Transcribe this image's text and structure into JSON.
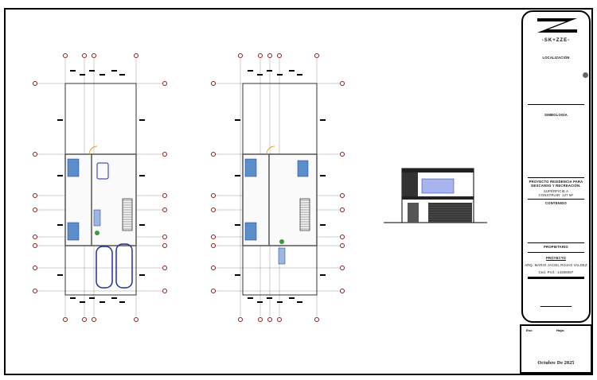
{
  "title_block": {
    "brand": "-SK+ZZE-",
    "location_label": "LOCALIZACIÓN",
    "symbology_label": "SIMBOLOGÍA",
    "project_name": "PROYECTO RESIDENCIA PARA DESCANSO Y RECREACIÓN.",
    "surface": "SUPERFICIE A CONSTRUIR: 127 M²",
    "content_label": "CONTENIDO",
    "owner_label": "PROPIETARIO",
    "project_label": "PROYECTO",
    "architect": "ARQ. MARIO JACIEL ROJAS VALDEZ",
    "license": "Ced. Prof.: 14308087",
    "sheet_label_left": "Esc:",
    "sheet_label_right": "Hoja:",
    "date": "Octubre De 2025"
  },
  "colors": {
    "grid_bubble": "#8b1a1a",
    "furniture": "#1a2fa8",
    "wall": "#555555"
  }
}
